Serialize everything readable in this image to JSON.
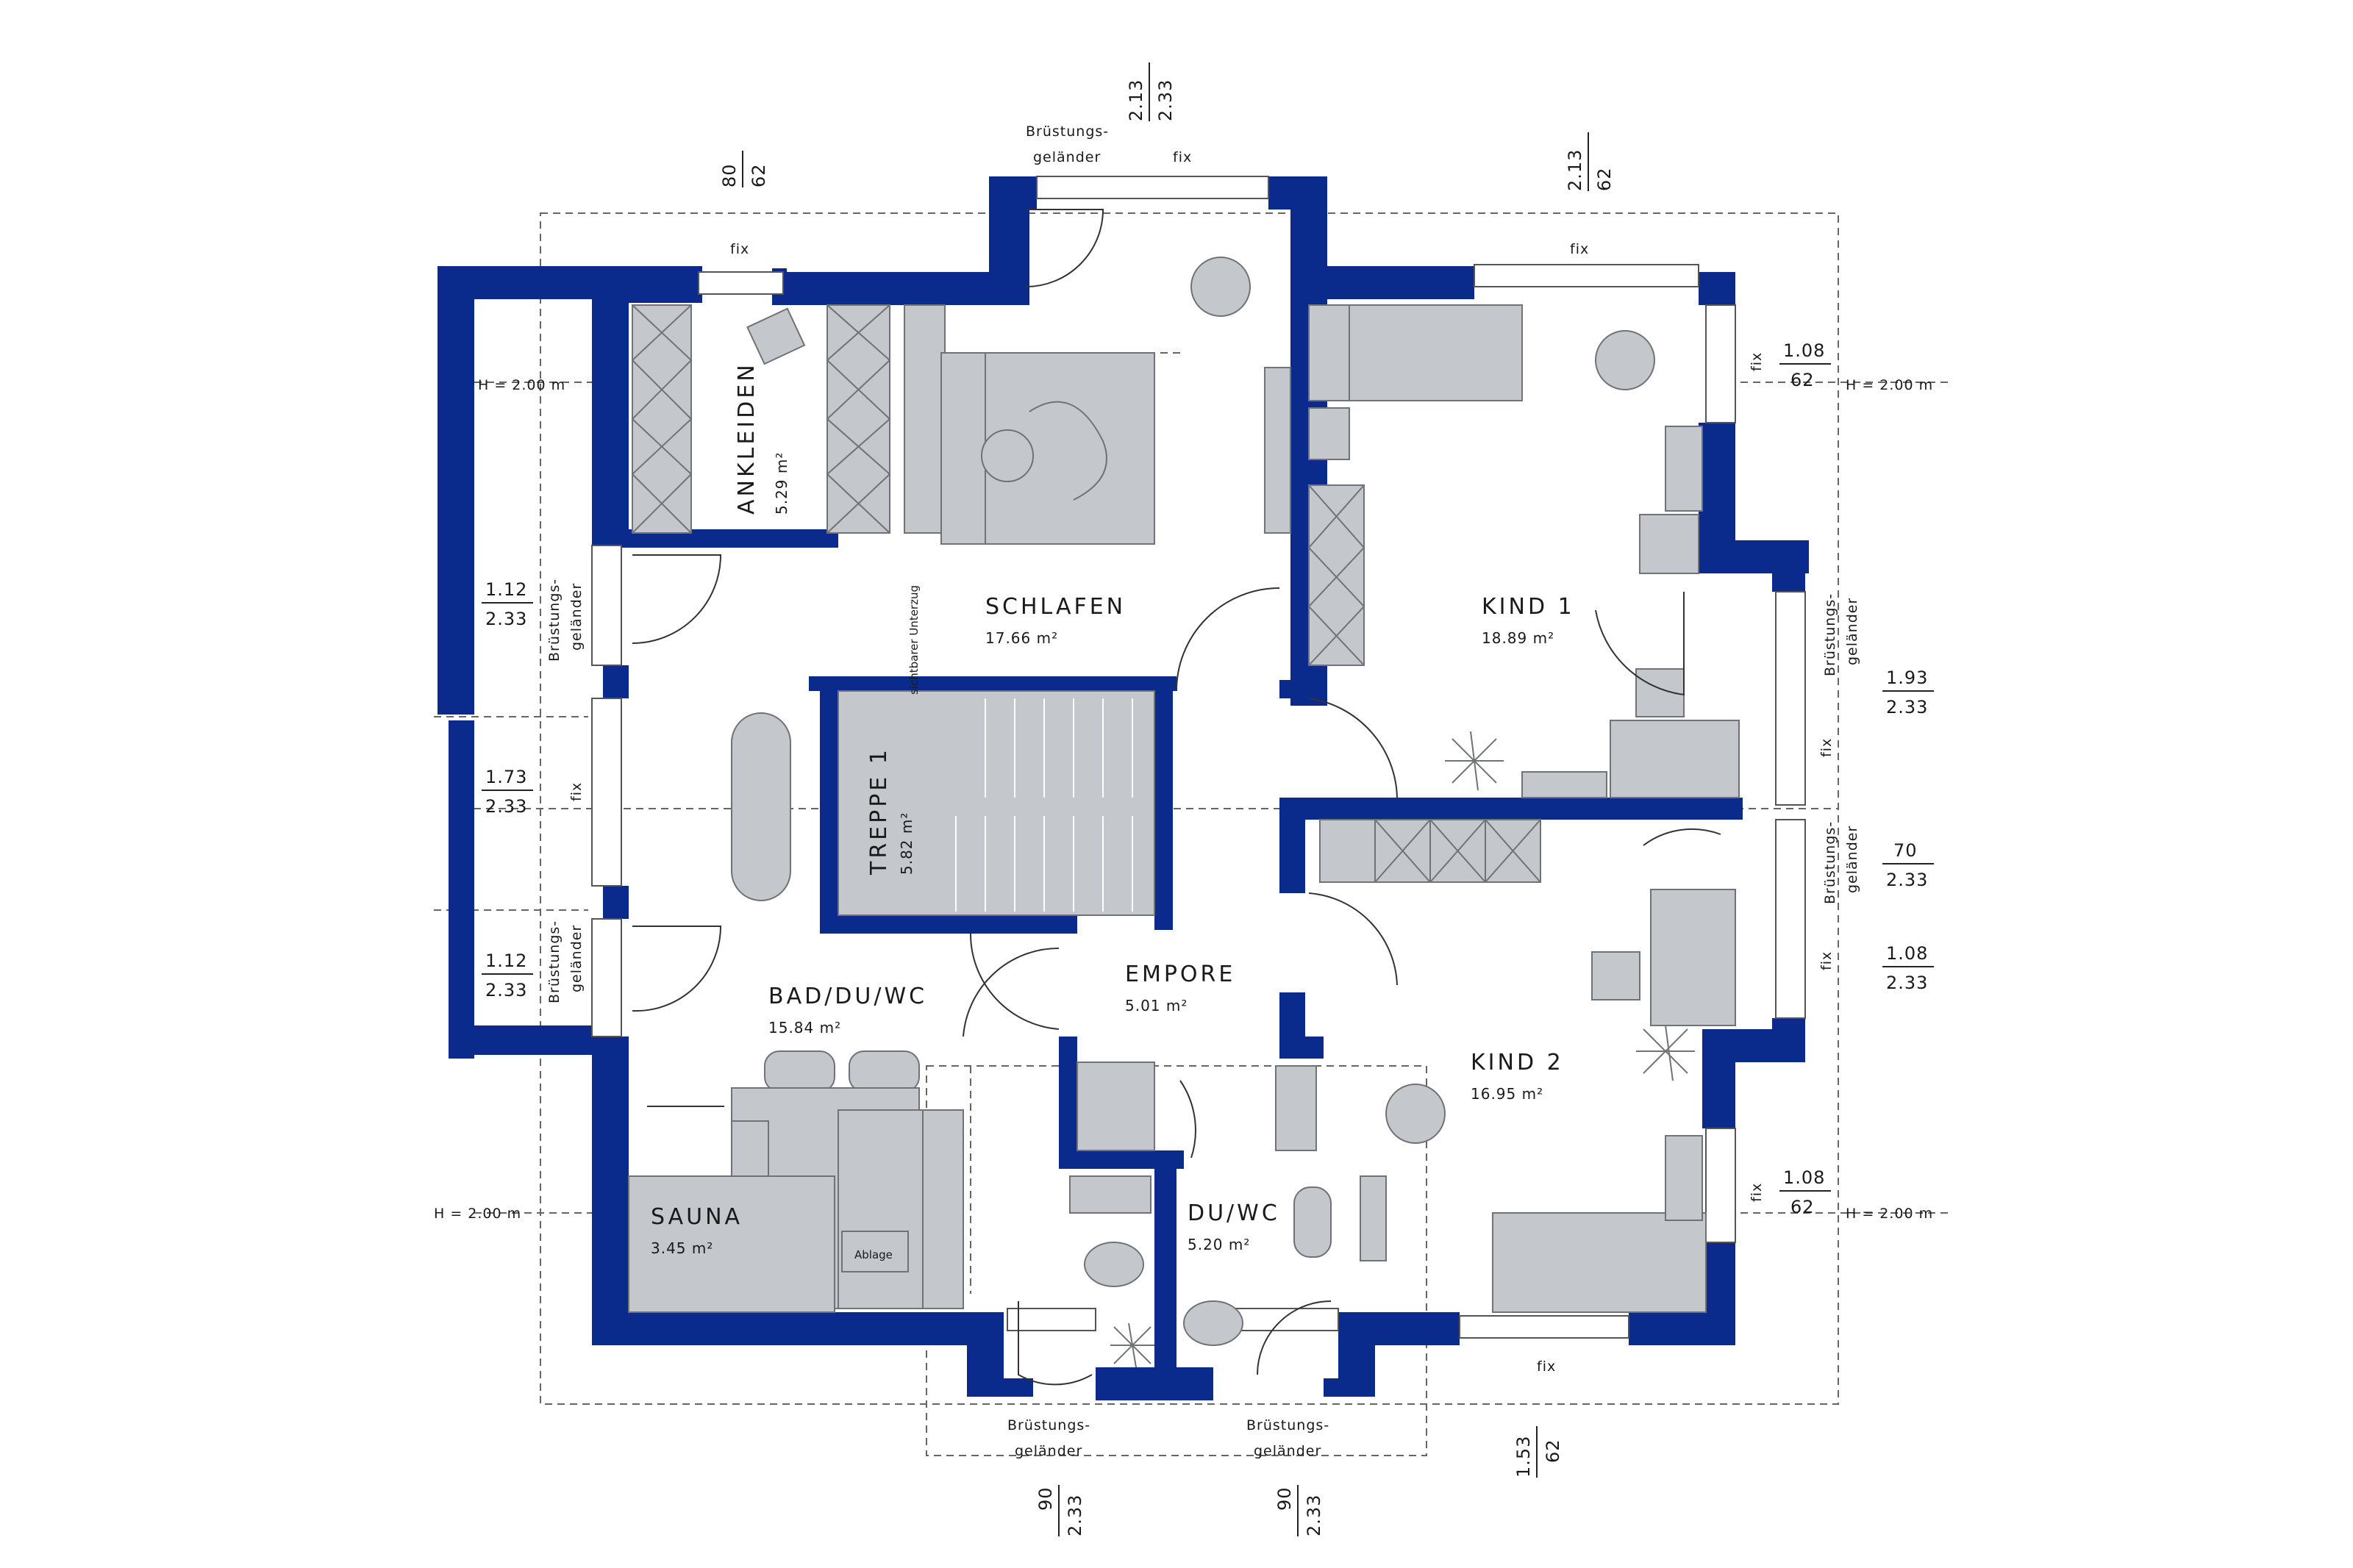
{
  "colors": {
    "wall": "#0a2a8c",
    "furniture": "#c4c7cb",
    "background": "#ffffff"
  },
  "rooms": {
    "ankleiden": {
      "name": "ANKLEIDEN",
      "area": "5.29 m²"
    },
    "schlafen": {
      "name": "SCHLAFEN",
      "area": "17.66 m²"
    },
    "kind1": {
      "name": "KIND 1",
      "area": "18.89 m²"
    },
    "treppe": {
      "name": "TREPPE 1",
      "area": "5.82 m²"
    },
    "bad": {
      "name": "BAD/DU/WC",
      "area": "15.84 m²"
    },
    "empore": {
      "name": "EMPORE",
      "area": "5.01 m²"
    },
    "kind2": {
      "name": "KIND 2",
      "area": "16.95 m²"
    },
    "sauna": {
      "name": "SAUNA",
      "area": "3.45 m²"
    },
    "duwc": {
      "name": "DU/WC",
      "area": "5.20 m²"
    }
  },
  "labels": {
    "fix": "fix",
    "bruestung_1": "Brüstungs-",
    "bruestung_2": "geländer",
    "unterzug": "sichtbarer Unterzug",
    "ablage": "Ablage",
    "height": "H = 2.00 m"
  },
  "dimensions": {
    "top_left": {
      "a": "80",
      "b": "62"
    },
    "top_mid": {
      "a": "2.13",
      "b": "2.33"
    },
    "top_right": {
      "a": "2.13",
      "b": "62"
    },
    "left_1": {
      "a": "1.12",
      "b": "2.33"
    },
    "left_2": {
      "a": "1.73",
      "b": "2.33"
    },
    "left_3": {
      "a": "1.12",
      "b": "2.33"
    },
    "right_1": {
      "a": "1.08",
      "b": "62"
    },
    "right_2": {
      "a": "1.93",
      "b": "2.33"
    },
    "right_3": {
      "a": "70",
      "b": "2.33"
    },
    "right_4": {
      "a": "1.08",
      "b": "2.33"
    },
    "right_5": {
      "a": "1.08",
      "b": "62"
    },
    "bottom_1": {
      "a": "90",
      "b": "2.33"
    },
    "bottom_2": {
      "a": "90",
      "b": "2.33"
    },
    "bottom_3": {
      "a": "1.53",
      "b": "62"
    }
  }
}
